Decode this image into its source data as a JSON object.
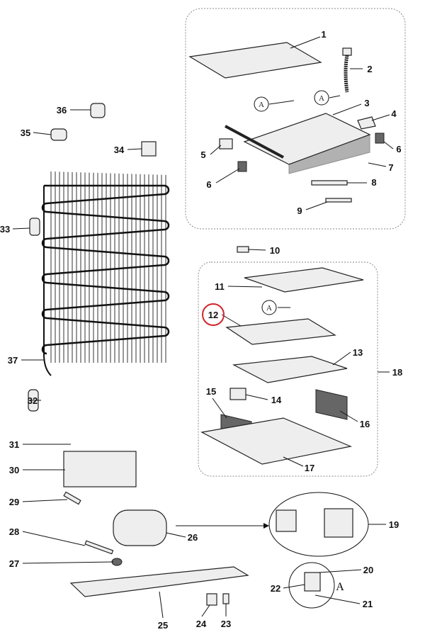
{
  "title": "Refrigerator parts exploded diagram",
  "labels": [
    "1",
    "2",
    "3",
    "4",
    "5",
    "6",
    "6",
    "7",
    "8",
    "9",
    "10",
    "11",
    "12",
    "13",
    "14",
    "15",
    "16",
    "17",
    "18",
    "19",
    "20",
    "21",
    "22",
    "23",
    "24",
    "25",
    "26",
    "27",
    "28",
    "29",
    "30",
    "31",
    "32",
    "33",
    "34",
    "35",
    "36",
    "37"
  ],
  "connector_mark": "A",
  "highlight": {
    "label": "12",
    "color": "#d0252b"
  }
}
